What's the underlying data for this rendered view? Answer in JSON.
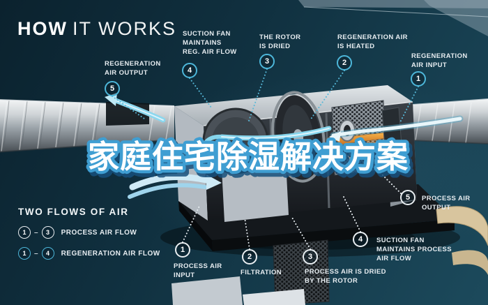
{
  "title": {
    "primary": "HOW",
    "secondary": "IT WORKS"
  },
  "overlay_title": "家庭住宅除湿解决方案",
  "legend": {
    "heading": "TWO FLOWS OF AIR",
    "rows": [
      {
        "start": "1",
        "end": "3",
        "label": "PROCESS AIR FLOW",
        "style": "process-white"
      },
      {
        "start": "1",
        "end": "4",
        "label": "REGENERATION AIR FLOW",
        "style": "regeneration-cyan"
      }
    ]
  },
  "callouts": {
    "regeneration": [
      {
        "num": "1",
        "label": "REGENERATION\nAIR INPUT"
      },
      {
        "num": "2",
        "label": "REGENERATION AIR\nIS HEATED"
      },
      {
        "num": "3",
        "label": "THE ROTOR\nIS DRIED"
      },
      {
        "num": "4",
        "label": "SUCTION FAN\nMAINTAINS\nREG. AIR FLOW"
      },
      {
        "num": "5",
        "label": "REGENERATION\nAIR OUTPUT"
      }
    ],
    "process": [
      {
        "num": "1",
        "label": "PROCESS AIR\nINPUT"
      },
      {
        "num": "2",
        "label": "FILTRATION"
      },
      {
        "num": "3",
        "label": "PROCESS AIR IS DRIED\nBY THE ROTOR"
      },
      {
        "num": "4",
        "label": "SUCTION FAN\nMAINTAINS PROCESS\nAIR FLOW"
      },
      {
        "num": "5",
        "label": "PROCESS AIR\nOUTPUT"
      }
    ]
  },
  "colors": {
    "background": "#12303f",
    "accent_cyan": "#4db7da",
    "label_text": "#e6ecf0",
    "overlay_fill": "#ffffff",
    "overlay_outline": "#3f9ed2",
    "heater_orange": "#e08830",
    "metal_light": "#cfd3d6"
  }
}
